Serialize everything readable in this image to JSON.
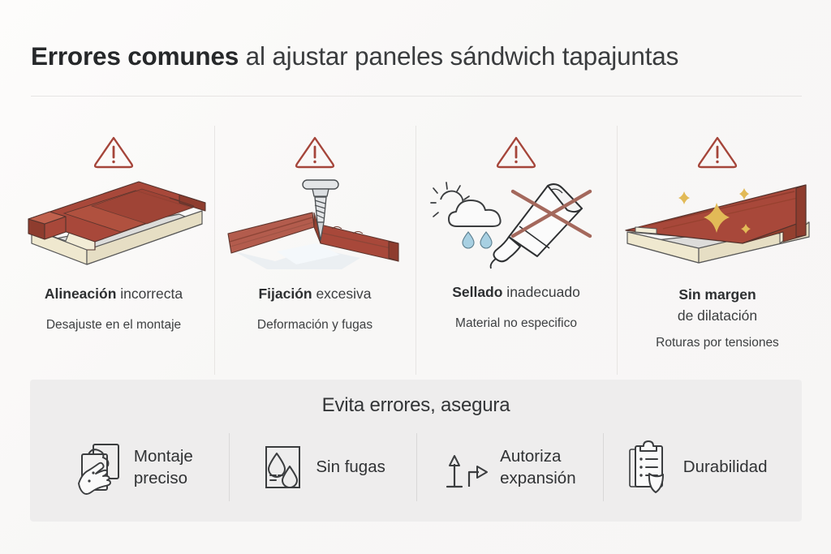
{
  "header": {
    "title_strong": "Errores comunes",
    "title_rest": " al ajustar paneles sándwich tapajuntas"
  },
  "colors": {
    "background": "#fbfafa",
    "panel_red": "#a8483a",
    "panel_red_light": "#b85f4f",
    "panel_core": "#efe8cf",
    "warning_red": "#a5453a",
    "sparkle_gold": "#e2ba57",
    "water_blue": "#8fc0d8",
    "bottom_bar": "#eeeded",
    "ink": "#2f3032",
    "divider": "#e7e5e3"
  },
  "cards": [
    {
      "warning_icon": "warning-triangle-icon",
      "illustration_icon": "sandwich-panel-misaligned-icon",
      "title_strong": "Alineación",
      "title_rest": " incorrecta",
      "subtitle": "Desajuste en el montaje"
    },
    {
      "warning_icon": "warning-triangle-icon",
      "illustration_icon": "screw-overtightened-panel-icon",
      "title_strong": "Fijación",
      "title_rest": " excesiva",
      "subtitle": "Deformación y fugas"
    },
    {
      "warning_icon": "warning-triangle-icon",
      "illustration_icon": "weather-and-crossed-sealant-tube-icon",
      "title_strong": "Sellado",
      "title_rest": " inadecuado",
      "subtitle": "Material no especifico"
    },
    {
      "warning_icon": "warning-triangle-icon",
      "illustration_icon": "panel-thermal-stress-sparkles-icon",
      "title_strong": "Sin margen",
      "title_rest": "de dilatación",
      "subtitle": "Roturas por tensiones"
    }
  ],
  "bottom_bar": {
    "title": "Evita errores, asegura",
    "benefits": [
      {
        "icon": "hand-clipboard-icon",
        "line1": "Montaje",
        "line2": "preciso"
      },
      {
        "icon": "water-drops-icon",
        "line1": "Sin fugas",
        "line2": ""
      },
      {
        "icon": "expansion-arrows-icon",
        "line1": "Autoriza",
        "line2": "expansión"
      },
      {
        "icon": "clipboard-shield-icon",
        "line1": "Durabilidad",
        "line2": ""
      }
    ]
  }
}
